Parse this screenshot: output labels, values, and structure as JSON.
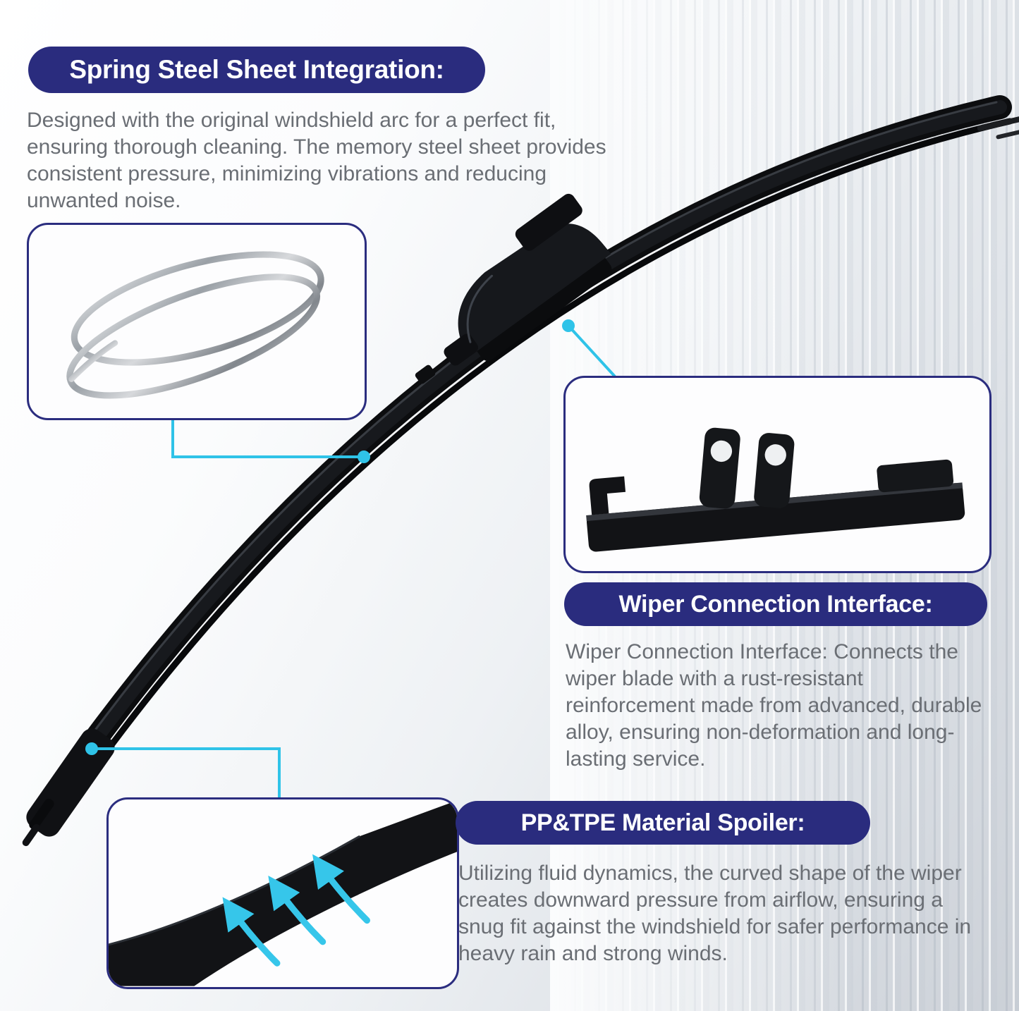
{
  "sections": {
    "spring_steel": {
      "title": "Spring Steel Sheet Integration:",
      "body": "Designed with the original windshield arc for a perfect fit, ensuring thorough cleaning. The memory steel sheet provides consistent pressure, minimizing vibrations and reducing unwanted noise.",
      "illustration": "spring-steel-sheet-loops"
    },
    "connection_interface": {
      "title": "Wiper Connection Interface:",
      "body": "Wiper Connection Interface: Connects the wiper blade with a rust-resistant reinforcement made from advanced, durable alloy, ensuring non-deformation and long-lasting service.",
      "illustration": "wiper-connector-bracket"
    },
    "spoiler": {
      "title": "PP&TPE Material Spoiler:",
      "body": "Utilizing fluid dynamics, the curved shape of the wiper creates downward pressure from airflow, ensuring a snug fit against the windshield for safer performance in heavy rain and strong winds.",
      "illustration": "spoiler-airflow-arrows"
    }
  },
  "product_illustration": "beam-wiper-blade",
  "colors": {
    "heading_pill": "#2a2c7e",
    "accent_cyan": "#2fc3e8",
    "body_text": "#6a6e74"
  }
}
